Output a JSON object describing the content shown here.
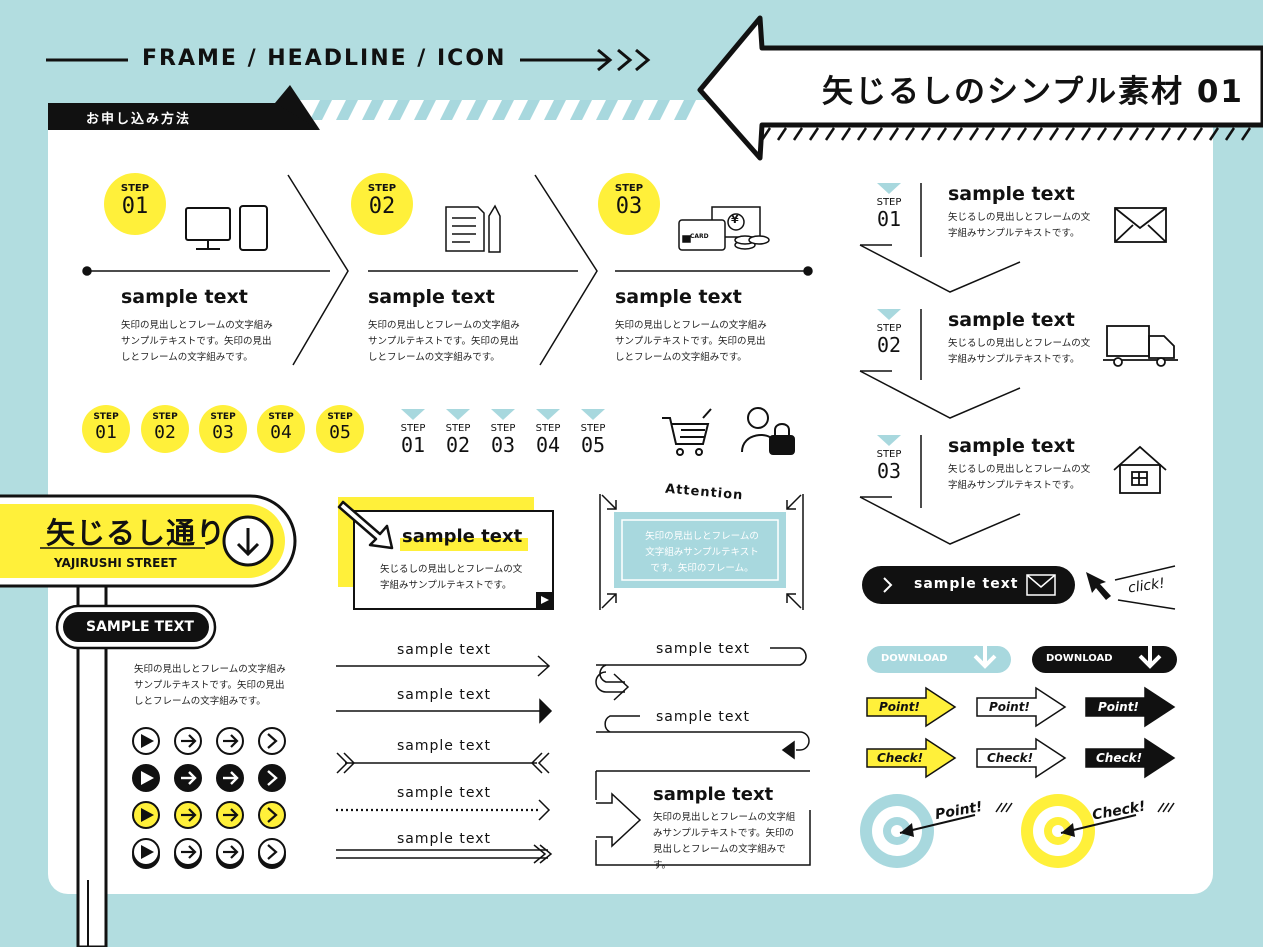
{
  "header": {
    "frame_headline_icon": "FRAME / HEADLINE / ICON",
    "title": "矢じるしのシンプル素材 01",
    "apply_method": "お申し込み方法"
  },
  "steps_top": [
    {
      "step": "STEP",
      "num": "01",
      "title": "sample text",
      "body": "矢印の見出しとフレームの文字組みサンプルテキストです。矢印の見出しとフレームの文字組みです。"
    },
    {
      "step": "STEP",
      "num": "02",
      "title": "sample text",
      "body": "矢印の見出しとフレームの文字組みサンプルテキストです。矢印の見出しとフレームの文字組みです。"
    },
    {
      "step": "STEP",
      "num": "03",
      "title": "sample text",
      "body": "矢印の見出しとフレームの文字組みサンプルテキストです。矢印の見出しとフレームの文字組みです。"
    }
  ],
  "step_circles": [
    {
      "step": "STEP",
      "num": "01"
    },
    {
      "step": "STEP",
      "num": "02"
    },
    {
      "step": "STEP",
      "num": "03"
    },
    {
      "step": "STEP",
      "num": "04"
    },
    {
      "step": "STEP",
      "num": "05"
    }
  ],
  "step_triangles": [
    {
      "step": "STEP",
      "num": "01"
    },
    {
      "step": "STEP",
      "num": "02"
    },
    {
      "step": "STEP",
      "num": "03"
    },
    {
      "step": "STEP",
      "num": "04"
    },
    {
      "step": "STEP",
      "num": "05"
    }
  ],
  "steps_right": [
    {
      "step": "STEP",
      "num": "01",
      "title": "sample text",
      "body": "矢じるしの見出しとフレームの文字組みサンプルテキストです。"
    },
    {
      "step": "STEP",
      "num": "02",
      "title": "sample text",
      "body": "矢じるしの見出しとフレームの文字組みサンプルテキストです。"
    },
    {
      "step": "STEP",
      "num": "03",
      "title": "sample text",
      "body": "矢じるしの見出しとフレームの文字組みサンプルテキストです。"
    }
  ],
  "street_sign": {
    "title": "矢じるし通り",
    "subtitle": "YAJIRUSHI STREET",
    "sample": "SAMPLE TEXT",
    "body": "矢印の見出しとフレームの文字組みサンプルテキストです。矢印の見出しとフレームの文字組みです。"
  },
  "pointer_card": {
    "title": "sample text",
    "body": "矢じるしの見出しとフレームの文字組みサンプルテキストです。"
  },
  "attention": {
    "label": "Attention",
    "body": "矢印の見出しとフレームの文字組みサンプルテキストです。矢印のフレーム。"
  },
  "arrow_lines": [
    "sample text",
    "sample text",
    "sample text",
    "sample text",
    "sample text"
  ],
  "flow_lines": [
    "sample text",
    "sample text"
  ],
  "flow_box": {
    "title": "sample text",
    "body": "矢印の見出しとフレームの文字組みサンプルテキストです。矢印の見出しとフレームの文字組みです。"
  },
  "pill_button": {
    "label": "sample text"
  },
  "click_label": "click!",
  "downloads": [
    "DOWNLOAD",
    "DOWNLOAD"
  ],
  "points": [
    "Point!",
    "Point!",
    "Point!"
  ],
  "checks": [
    "Check!",
    "Check!",
    "Check!"
  ],
  "targets": [
    "Point!",
    "Check!"
  ],
  "colors": {
    "background": "#b2dde0",
    "yellow": "#fff03a",
    "light_blue": "#a8d8de",
    "black": "#111111",
    "white": "#ffffff"
  }
}
